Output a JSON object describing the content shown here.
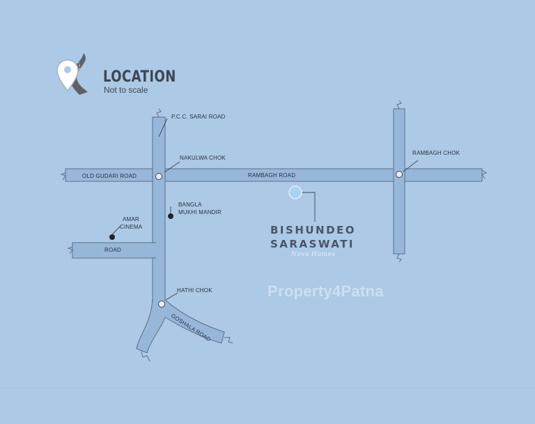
{
  "header": {
    "title": "LOCATION",
    "subtitle": "Not to scale"
  },
  "roads": {
    "pcc_sarai": "P.C.C.  SARAI ROAD",
    "old_gudari": "OLD GUDARI ROAD",
    "rambagh": "RAMBAGH ROAD",
    "road": "ROAD",
    "goshala": "GOSHALA ROAD"
  },
  "landmarks": {
    "nakulwa_chok": "NAKULWA CHOK",
    "rambagh_chok": "RAMBAGH CHOK",
    "bangla_line1": "BANGLA",
    "bangla_line2": "MUKHI MANDIR",
    "amar_line1": "AMAR",
    "amar_line2": "CINEMA",
    "hathi_chok": "HATHI CHOK"
  },
  "project": {
    "name_line1": "BISHUNDEO",
    "name_line2": "SARASWATI",
    "tagline": "Nova Homes"
  },
  "watermark": "Property4Patna",
  "colors": {
    "background": "#acc9e6",
    "road_fill": "#97b7d9",
    "road_edge": "#5b6f86",
    "text": "#2a3140",
    "marker": "#1f242c",
    "project_marker": "#a9d3f2"
  }
}
